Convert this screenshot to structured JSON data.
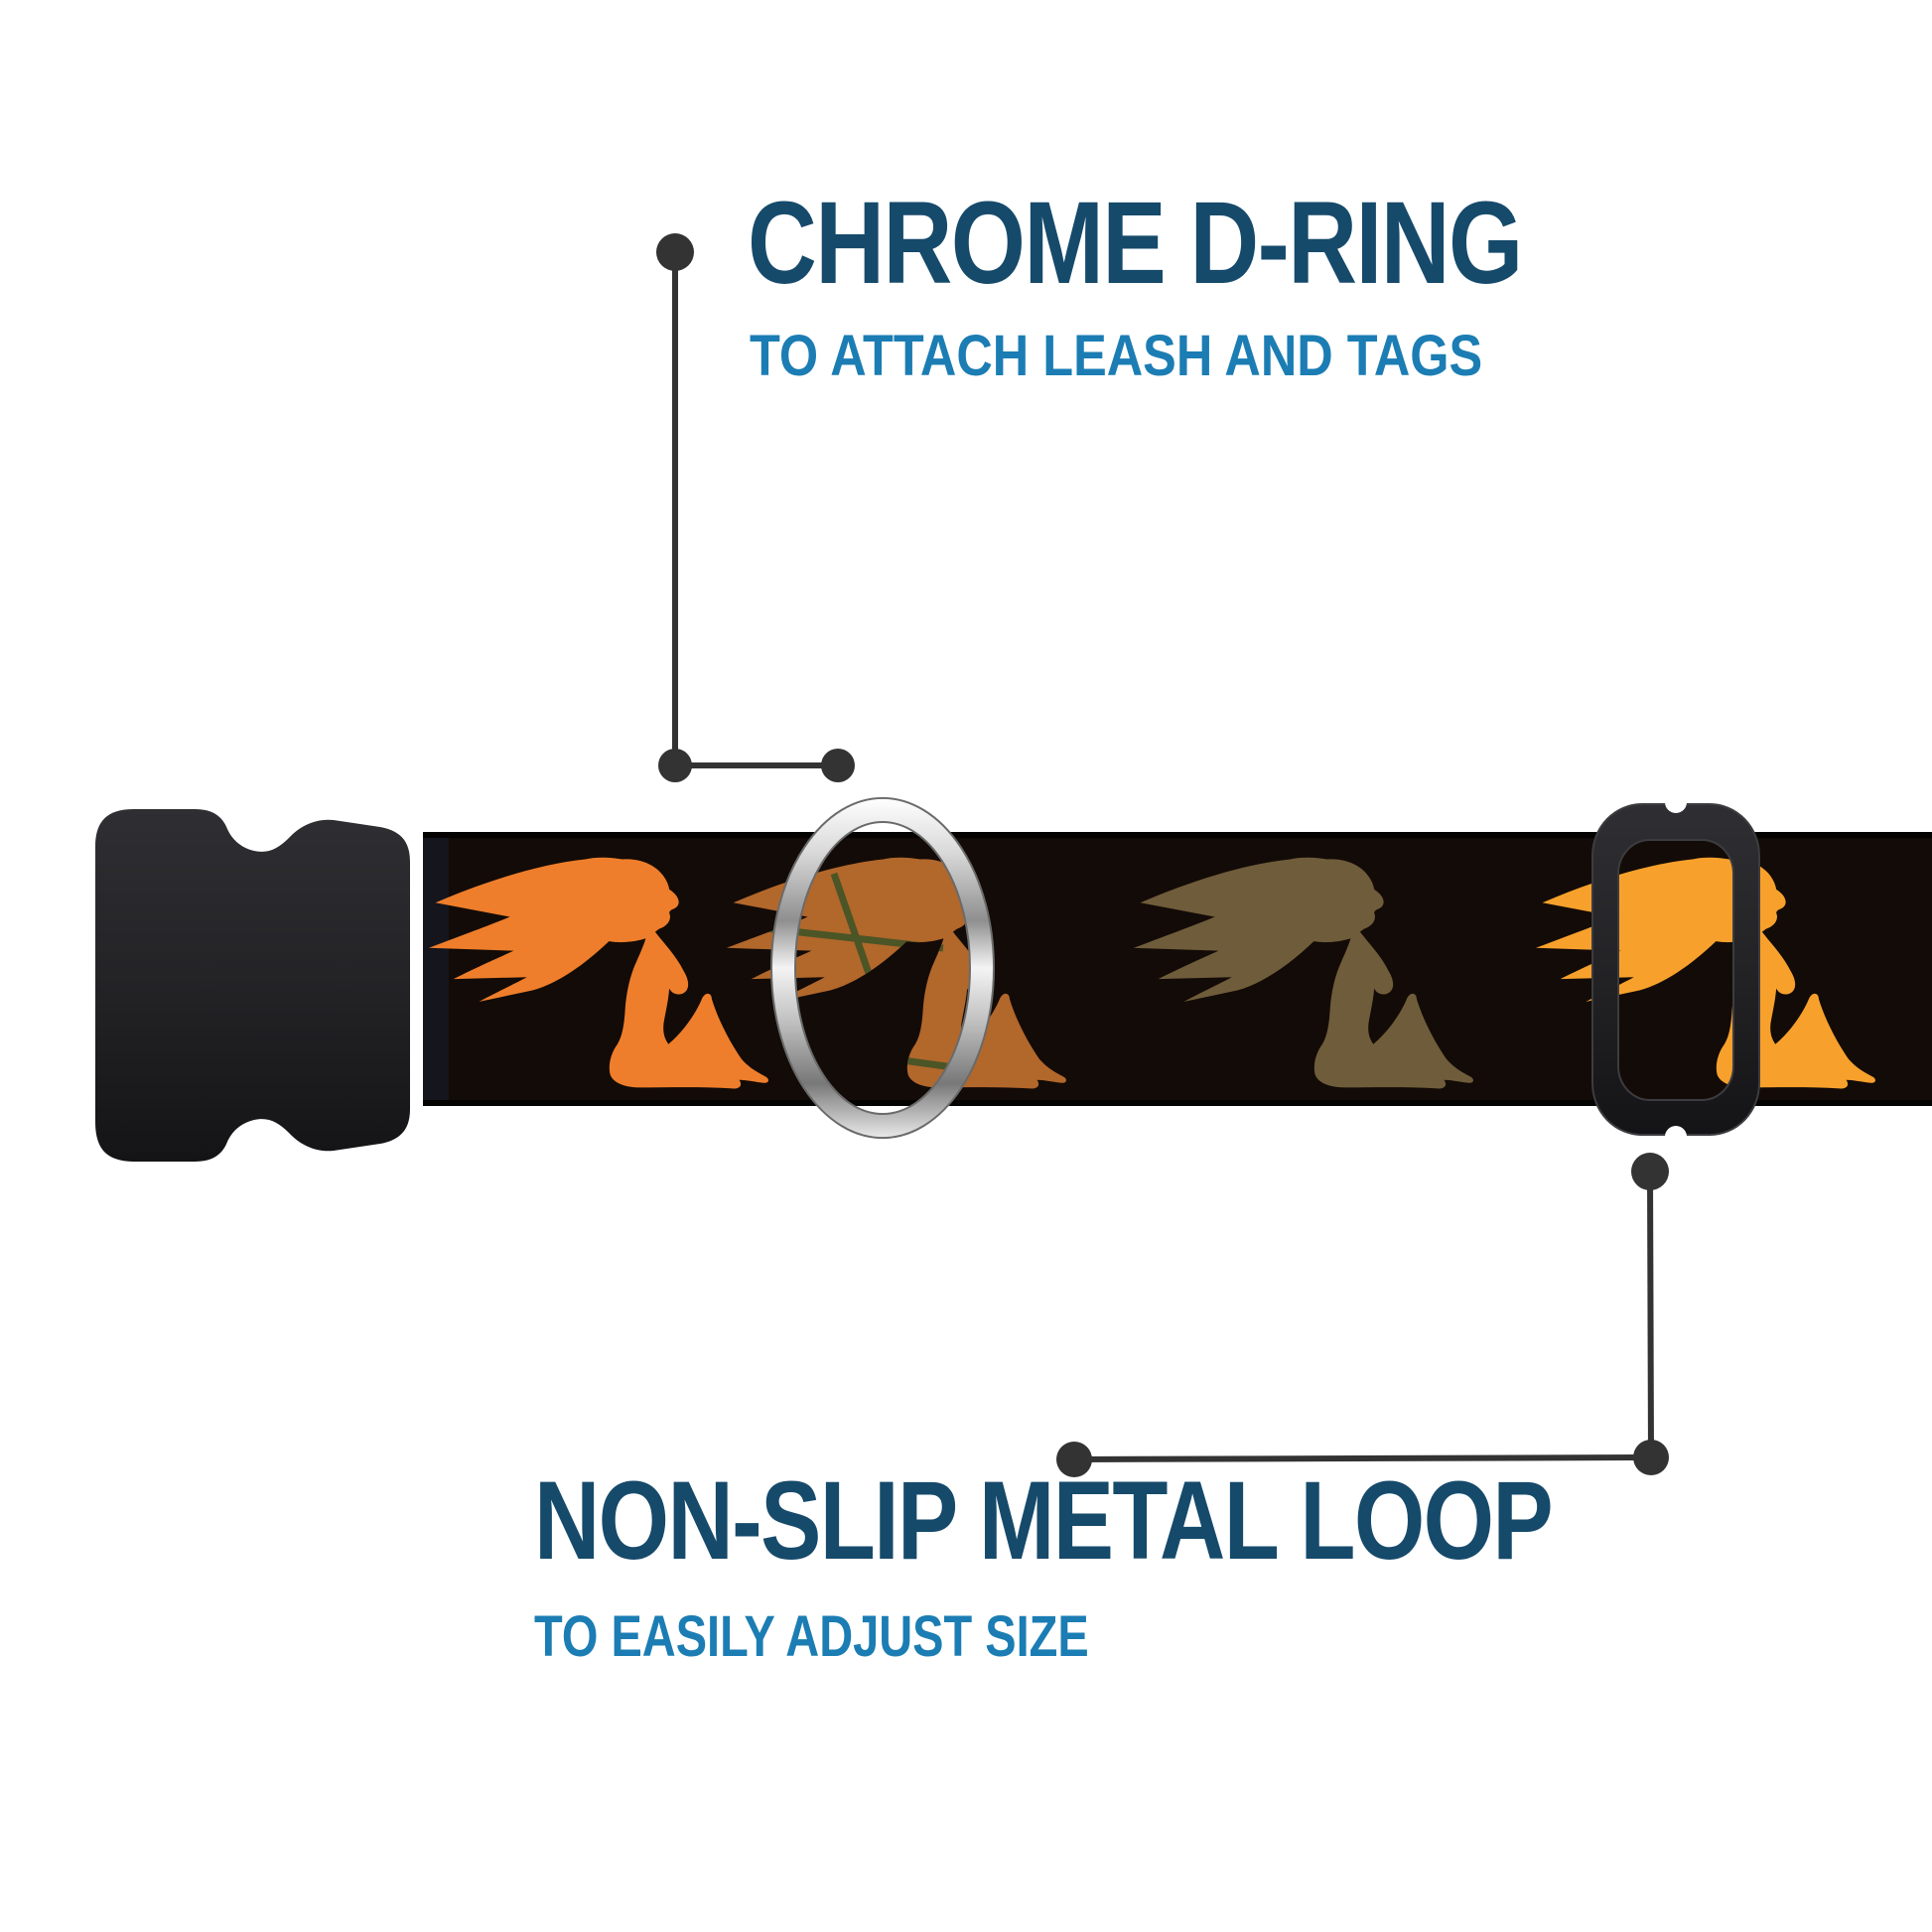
{
  "annotations": {
    "top": {
      "title": "CHROME D-RING",
      "subtitle": "TO ATTACH LEASH AND TAGS"
    },
    "bottom": {
      "title": "NON-SLIP METAL LOOP",
      "subtitle": "TO EASILY ADJUST SIZE"
    }
  },
  "product": {
    "type": "adjustable dog collar segment",
    "parts": {
      "buckle": "black plastic side-release buckle",
      "d_ring": "chrome D-ring",
      "slider": "black plastic tri-glide adjustment slider",
      "webbing": "black webbing printed with mudflap-girl silhouettes in orange, rust camo, olive brown and amber"
    }
  },
  "colors": {
    "title_navy": "#164a6b",
    "subtitle_blue": "#1b7db3",
    "callout_gray": "#333333",
    "webbing_black": "#130b07",
    "webbing_edge": "#040302",
    "webbing_fold": "#15151d",
    "girl1": "#ee7e2b",
    "girl2": "#b2672b",
    "camo_line": "#4b5526",
    "girl3": "#6f5c3a",
    "girl4": "#f7a12c",
    "plastic": "#232326",
    "background": "#ffffff"
  }
}
